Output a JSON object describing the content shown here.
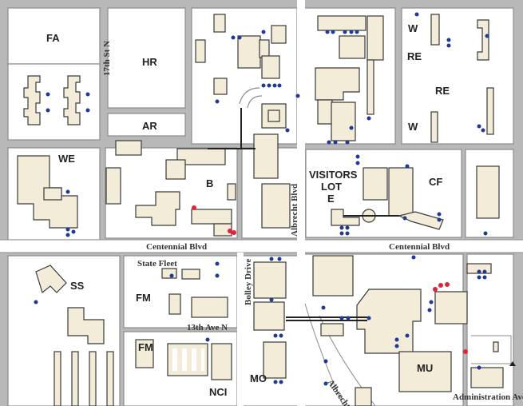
{
  "colors": {
    "building": "#f2ecd8",
    "outline": "#3a3a3a",
    "road": "#ffffff",
    "parking_dot": "#1f3a93",
    "accessible_dot": "#e0223a"
  },
  "labels": {
    "fa": "FA",
    "hr": "HR",
    "ar": "AR",
    "we": "WE",
    "b": "B",
    "w1": "W",
    "re1": "RE",
    "re2": "RE",
    "w2": "W",
    "visitors": "VISITORS",
    "lot": "LOT",
    "e": "E",
    "cf": "CF",
    "ss": "SS",
    "fm1": "FM",
    "fm2": "FM",
    "nci": "NCI",
    "mo": "MO",
    "mu": "MU"
  },
  "roads": {
    "st17": "17th St N",
    "albrecht": "Albrecht Blvd",
    "centennial_left": "Centennial Blvd",
    "centennial_right": "Centennial Blvd",
    "state_fleet": "State Fleet",
    "ave13": "13th Ave N",
    "bolley": "Bolley Drive",
    "albrecht_lower": "Albrecht",
    "admin": "Administration Ave"
  }
}
